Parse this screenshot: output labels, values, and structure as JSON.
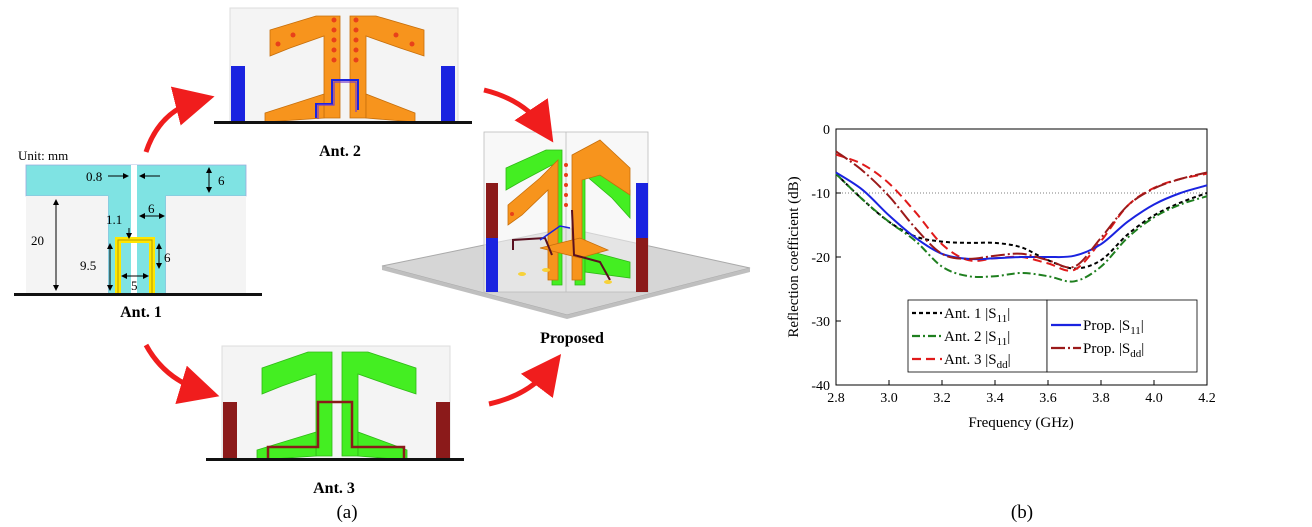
{
  "panel_a": {
    "unit_label": "Unit: mm",
    "ant1_label": "Ant. 1",
    "ant2_label": "Ant. 2",
    "ant3_label": "Ant. 3",
    "proposed_label": "Proposed",
    "dims": {
      "d08": "0.8",
      "d6_top": "6",
      "d11": "1.1",
      "d6_mid": "6",
      "d20": "20",
      "d95": "9.5",
      "d6_loop": "6",
      "d5": "5"
    },
    "caption": "(a)",
    "colors": {
      "cyan": "#7fe3e3",
      "orange": "#f7941d",
      "green": "#44ee22",
      "blue": "#1a23e0",
      "darkred": "#8b1a1a",
      "arrow": "#f01d1d"
    }
  },
  "panel_b": {
    "caption": "(b)"
  },
  "chart_data": {
    "type": "line",
    "xlabel": "Frequency (GHz)",
    "ylabel": "Reflection coefficient (dB)",
    "xlim": [
      2.8,
      4.2
    ],
    "ylim": [
      -40,
      0
    ],
    "xticks": [
      "2.8",
      "3.0",
      "3.2",
      "3.4",
      "3.6",
      "3.8",
      "4.0",
      "4.2"
    ],
    "yticks": [
      "0",
      "-10",
      "-20",
      "-30",
      "-40"
    ],
    "reference_line": -10,
    "series": [
      {
        "name": "Ant. 1 |S11|",
        "label_main": "Ant. 1 ",
        "label_sub": "11",
        "label_S": "S",
        "color": "#000000",
        "dash": "4,3",
        "x": [
          2.8,
          2.9,
          3.0,
          3.1,
          3.2,
          3.3,
          3.4,
          3.5,
          3.6,
          3.7,
          3.8,
          3.9,
          4.0,
          4.1,
          4.2
        ],
        "y": [
          -7,
          -11,
          -14.5,
          -16.8,
          -17.6,
          -17.8,
          -17.8,
          -18.5,
          -20.5,
          -21.8,
          -20.5,
          -16.5,
          -13.5,
          -11.5,
          -10
        ]
      },
      {
        "name": "Ant. 2 |S11|",
        "label_main": "Ant. 2 ",
        "label_sub": "11",
        "label_S": "S",
        "color": "#1f7f1f",
        "dash": "8,3,2,3",
        "x": [
          2.8,
          2.9,
          3.0,
          3.1,
          3.2,
          3.3,
          3.4,
          3.5,
          3.6,
          3.7,
          3.8,
          3.9,
          4.0,
          4.1,
          4.2
        ],
        "y": [
          -7,
          -11,
          -14.5,
          -17.5,
          -21.5,
          -23,
          -23,
          -22.5,
          -23,
          -23.8,
          -21.5,
          -17,
          -13.8,
          -11.8,
          -10.5
        ]
      },
      {
        "name": "Ant. 3 |Sdd|",
        "label_main": "Ant. 3 ",
        "label_sub": "dd",
        "label_S": "S",
        "color": "#e01a1a",
        "dash": "9,5",
        "x": [
          2.8,
          2.9,
          3.0,
          3.1,
          3.2,
          3.3,
          3.4,
          3.5,
          3.6,
          3.7,
          3.8,
          3.9,
          4.0,
          4.1,
          4.2
        ],
        "y": [
          -4,
          -5.5,
          -8.5,
          -13,
          -18,
          -20.5,
          -20.2,
          -20,
          -21,
          -22,
          -17.5,
          -12,
          -9.2,
          -7.8,
          -7
        ]
      },
      {
        "name": "Prop. |S11|",
        "label_main": "Prop. ",
        "label_sub": "11",
        "label_S": "S",
        "color": "#1a23e0",
        "dash": "",
        "x": [
          2.8,
          2.9,
          3.0,
          3.1,
          3.2,
          3.3,
          3.4,
          3.5,
          3.6,
          3.7,
          3.8,
          3.9,
          4.0,
          4.1,
          4.2
        ],
        "y": [
          -6.8,
          -9.5,
          -13.5,
          -17,
          -19.5,
          -20.3,
          -20.2,
          -20,
          -20,
          -19.8,
          -18,
          -14.5,
          -11.8,
          -10,
          -8.8
        ]
      },
      {
        "name": "Prop. |Sdd|",
        "label_main": "Prop. ",
        "label_sub": "dd",
        "label_S": "S",
        "color": "#9b1a1a",
        "dash": "14,3,2,3",
        "x": [
          2.8,
          2.9,
          3.0,
          3.1,
          3.2,
          3.3,
          3.4,
          3.5,
          3.6,
          3.7,
          3.8,
          3.9,
          4.0,
          4.1,
          4.2
        ],
        "y": [
          -3.5,
          -6.5,
          -10.5,
          -15.5,
          -19.5,
          -20.3,
          -19.8,
          -19.5,
          -20.5,
          -21.5,
          -17,
          -12,
          -9.3,
          -7.8,
          -6.8
        ]
      }
    ]
  }
}
